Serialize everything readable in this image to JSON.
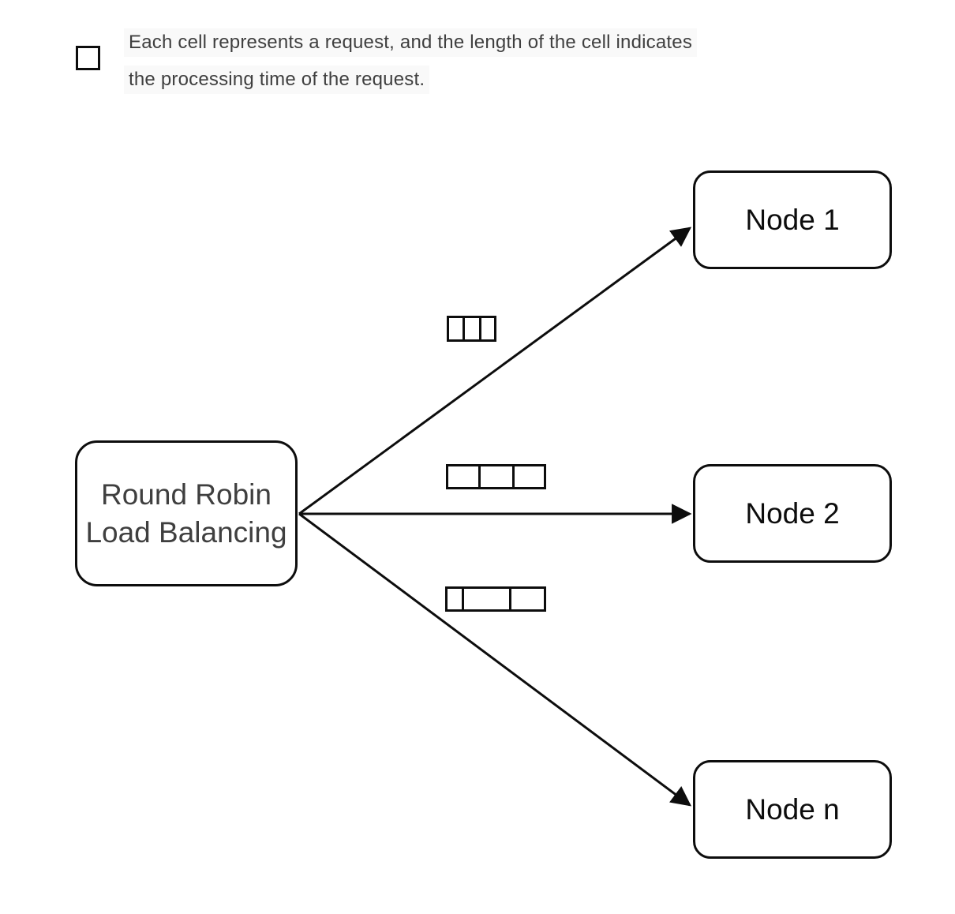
{
  "legend": {
    "icon": "cell-square-icon",
    "lines": [
      "Each cell represents a request, and the length of the cell indicates",
      "the processing time of the request."
    ]
  },
  "balancer": {
    "label_line1": "Round Robin",
    "label_line2": "Load Balancing"
  },
  "nodes": [
    {
      "label": "Node 1"
    },
    {
      "label": "Node 2"
    },
    {
      "label": "Node n"
    }
  ],
  "cell_groups": [
    {
      "target": "Node 1",
      "cells": [
        21,
        22,
        20
      ]
    },
    {
      "target": "Node 2",
      "cells": [
        42,
        44,
        41
      ]
    },
    {
      "target": "Node n",
      "cells": [
        20,
        63,
        45
      ]
    }
  ],
  "colors": {
    "line": "#0d0d0d",
    "muted_text": "#3f3f3f",
    "legend_text_bg": "#f9f9f9",
    "background": "#ffffff"
  }
}
